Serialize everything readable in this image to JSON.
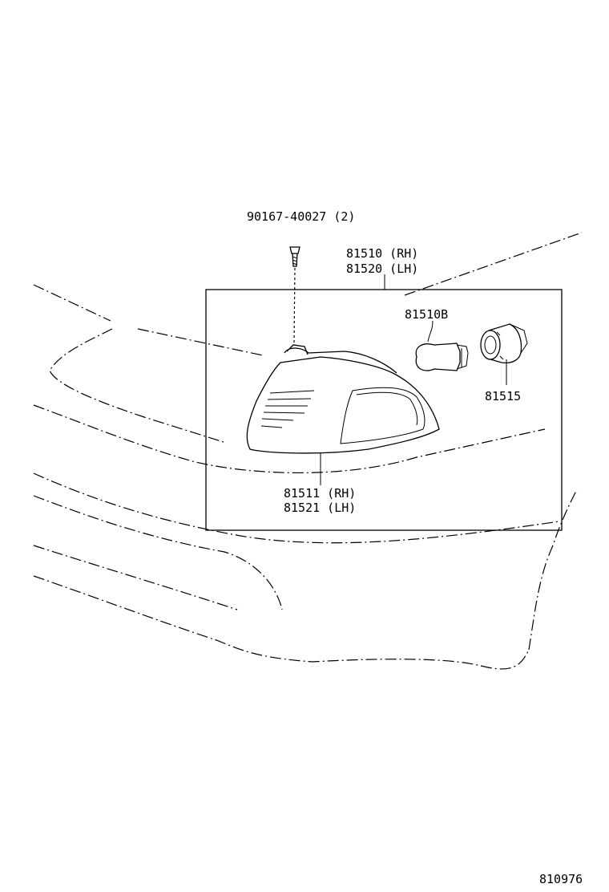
{
  "labels": {
    "screw": "90167-40027 (2)",
    "assembly_rh": "81510 (RH)",
    "assembly_lh": "81520 (LH)",
    "bulb": "81510B",
    "socket": "81515",
    "lens_rh": "81511 (RH)",
    "lens_lh": "81521 (LH)",
    "figure_number": "810976"
  },
  "parts": [
    {
      "name": "screw",
      "icon": "screw-icon"
    },
    {
      "name": "bulb",
      "icon": "bulb-icon"
    },
    {
      "name": "socket",
      "icon": "socket-icon"
    },
    {
      "name": "lamp-lens",
      "icon": "lamp-lens-icon"
    }
  ]
}
